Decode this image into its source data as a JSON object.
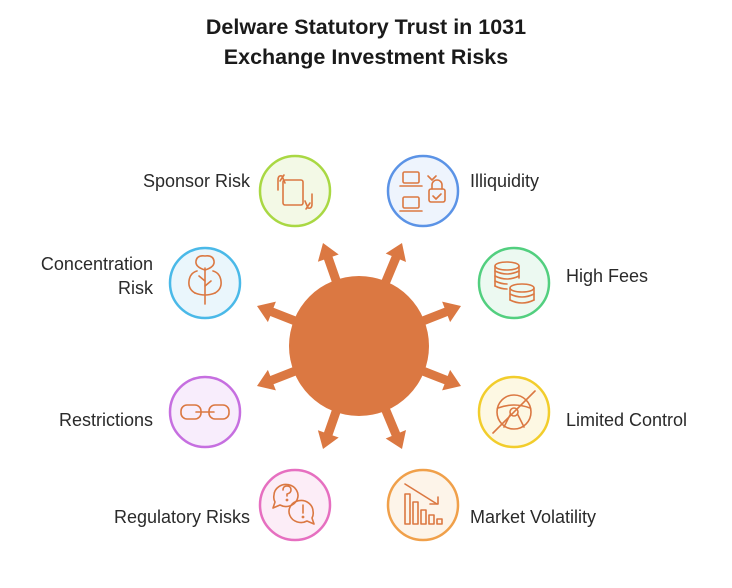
{
  "title": {
    "line1": "Delware Statutory Trust in 1031",
    "line2": "Exchange Investment Risks"
  },
  "colors": {
    "hub": "#db7842",
    "icon_stroke": "#db7842",
    "sponsor": "#a9d843",
    "illiquidity": "#5b93e6",
    "high_fees": "#52cf7f",
    "limited_control": "#f2cd2c",
    "market_volatility": "#f0a04a",
    "regulatory": "#e66fc0",
    "restrictions": "#c66fe0",
    "concentration": "#4ab9e8"
  },
  "risks": {
    "sponsor": {
      "label": "Sponsor Risk",
      "icon": "document-hands-icon"
    },
    "illiquidity": {
      "label": "Illiquidity",
      "icon": "laptop-lock-icon"
    },
    "high_fees": {
      "label": "High Fees",
      "icon": "coin-stacks-icon"
    },
    "limited_control": {
      "label": "Limited Control",
      "icon": "steering-wheel-crossed-icon"
    },
    "market_volatility": {
      "label": "Market Volatility",
      "icon": "declining-bar-chart-icon"
    },
    "regulatory": {
      "label": "Regulatory Risks",
      "icon": "question-exclamation-bubbles-icon"
    },
    "restrictions": {
      "label": "Restrictions",
      "icon": "chain-link-icon"
    },
    "concentration": {
      "label_line1": "Concentration",
      "label_line2": "Risk",
      "icon": "tree-icon"
    }
  }
}
